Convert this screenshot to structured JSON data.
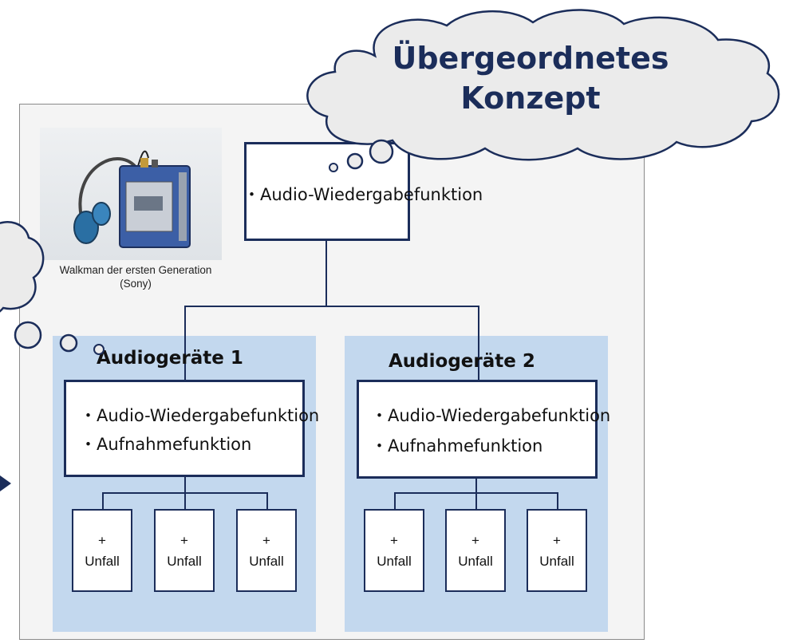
{
  "cloud": {
    "line1": "Übergeordnetes",
    "line2": "Konzept"
  },
  "photo": {
    "caption_line1": "Walkman der ersten Generation",
    "caption_line2": "(Sony)"
  },
  "top_box": {
    "feature": "・Audio-Wiedergabefunktion"
  },
  "groups": [
    {
      "title": "Audiogeräte 1",
      "features": [
        "・Audio-Wiedergabefunktion",
        "・Aufnahmefunktion"
      ],
      "leaves": [
        {
          "plus": "+",
          "label": "Unfall"
        },
        {
          "plus": "+",
          "label": "Unfall"
        },
        {
          "plus": "+",
          "label": "Unfall"
        }
      ]
    },
    {
      "title": "Audiogeräte 2",
      "features": [
        "・Audio-Wiedergabefunktion",
        "・Aufnahmefunktion"
      ],
      "leaves": [
        {
          "plus": "+",
          "label": "Unfall"
        },
        {
          "plus": "+",
          "label": "Unfall"
        },
        {
          "plus": "+",
          "label": "Unfall"
        }
      ]
    }
  ],
  "colors": {
    "navy": "#1b2d5a",
    "group_fill": "#c3d8ee",
    "frame_fill": "#f4f4f4",
    "cloud_fill": "#ebebeb"
  }
}
